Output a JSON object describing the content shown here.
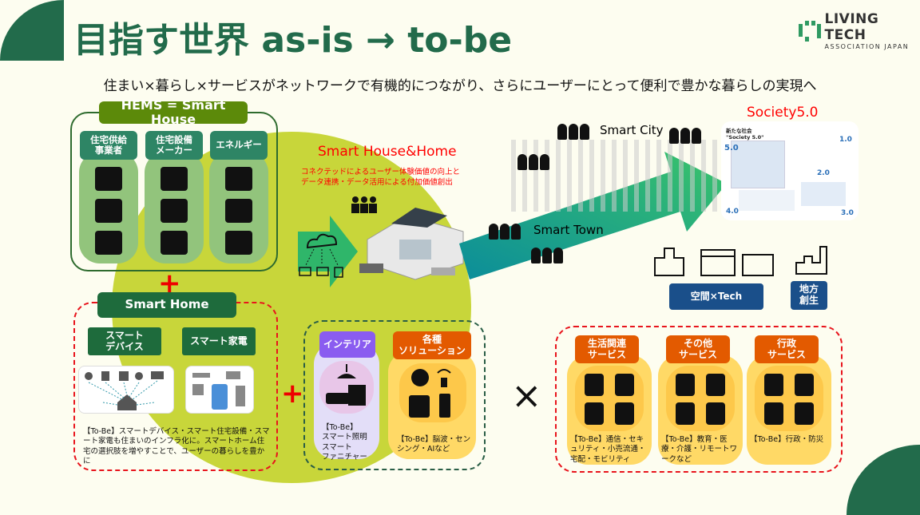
{
  "title": "目指す世界 as-is → to-be",
  "logo": {
    "name": "LIVING TECH",
    "sub": "ASSOCIATION JAPAN",
    "color": "#2f9a62"
  },
  "subtitle": "住まい×暮らし×サービスがネットワークで有機的につながり、さらにユーザーにとって便利で豊かな暮らしの実現へ",
  "hems": {
    "label": "HEMS = Smart House",
    "columns": [
      {
        "label": "住宅供給\n事業者",
        "icons": [
          "computer-user-icon",
          "handshake-icon",
          "building-house-icon"
        ]
      },
      {
        "label": "住宅設備\nメーカー",
        "icons": [
          "kitchen-sink-icon",
          "water-heater-icon",
          "air-conditioner-icon"
        ]
      },
      {
        "label": "エネルギー",
        "icons": [
          "faucet-icon",
          "gas-flame-icon",
          "electric-plug-icon"
        ]
      }
    ]
  },
  "plus": "+",
  "smart_home": {
    "label": "Smart Home",
    "buttons": [
      "スマート\nデバイス",
      "スマート家電"
    ],
    "text": "【To-Be】スマートデバイス・スマート住宅設備・スマート家電も住まいのインフラ化に。スマートホーム住宅の選択肢を増やすことで、ユーザーの暮らしを豊かに"
  },
  "interior": {
    "label": "インテリア",
    "text": "【To-Be】\nスマート照明\nスマート\nファニチャー"
  },
  "solutions": {
    "label": "各種\nソリューション",
    "text": "【To-Be】脳波・センシング・AIなど"
  },
  "times": "×",
  "smart_house_home": {
    "title": "Smart House&Home",
    "desc": "コネクテッドによるユーザー体験価値の向上と\nデータ連携・データ活用による付加価値創出"
  },
  "smart_city": "Smart City",
  "smart_town": "Smart Town",
  "society": {
    "title": "Society5.0",
    "img_title": "新たな社会\n\"Society 5.0\"",
    "stages": [
      "5.0",
      "1.0",
      "2.0",
      "3.0",
      "4.0"
    ]
  },
  "space_tech": "空間×Tech",
  "regional": "地方\n創生",
  "services": [
    {
      "label": "生活関連\nサービス",
      "text": "【To-Be】通信・セキュリティ・小売流通・宅配・モビリティ"
    },
    {
      "label": "その他\nサービス",
      "text": "【To-Be】教育・医療・介護・リモートワークなど"
    },
    {
      "label": "行政\nサービス",
      "text": "【To-Be】行政・防災"
    }
  ],
  "colors": {
    "brand": "#226b4b",
    "lime": "#c8d63a",
    "red": "#e8141c",
    "orange": "#e35a00",
    "yellow": "#ffd966",
    "navy": "#1a4f8a"
  }
}
